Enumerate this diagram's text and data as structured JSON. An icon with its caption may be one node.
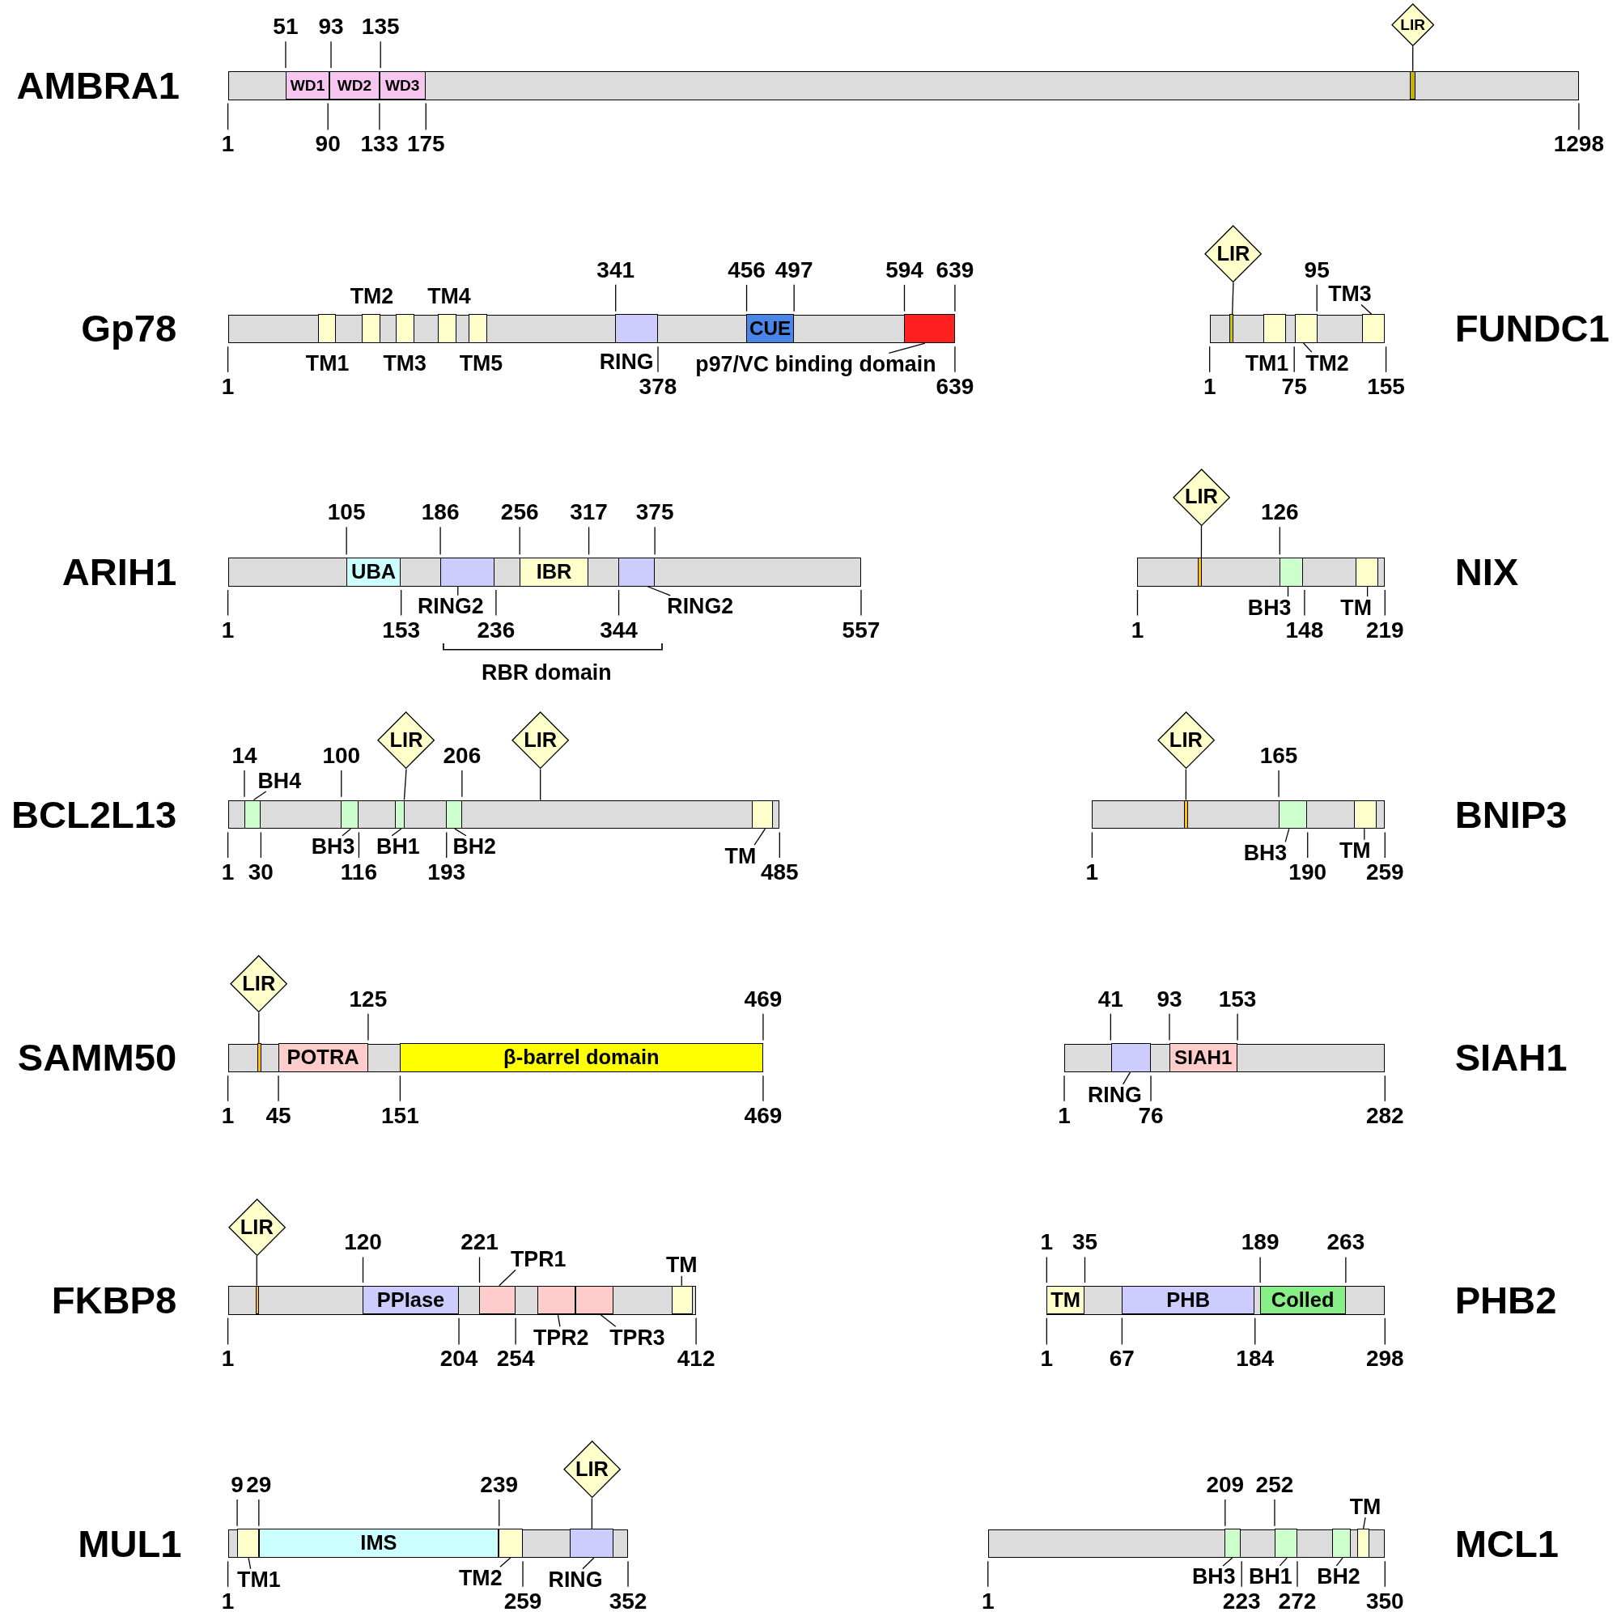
{
  "diagram": {
    "nodes": [
      {
        "text": [],
        "shape": "bar",
        "beside": [
          "AMBRA1"
        ]
      },
      {
        "text": [
          "WD1"
        ],
        "in": 0
      },
      {
        "text": [
          "WD2"
        ],
        "in": 0
      },
      {
        "text": [
          "WD3"
        ],
        "in": 0
      },
      {
        "text": [],
        "shape": "box",
        "in": 0
      },
      {
        "text": [
          "LIR"
        ]
      },
      {
        "text": [],
        "shape": "bar",
        "beside": [
          "Gp78"
        ]
      },
      {
        "text": [],
        "shape": "box",
        "beside": [
          "TM1"
        ],
        "in": 6
      },
      {
        "text": [],
        "shape": "box",
        "beside": [
          "TM2"
        ],
        "in": 6
      },
      {
        "text": [],
        "shape": "box",
        "beside": [
          "TM3"
        ],
        "in": 6
      },
      {
        "text": [],
        "shape": "box",
        "beside": [
          "TM4"
        ],
        "in": 6
      },
      {
        "text": [],
        "shape": "box",
        "beside": [
          "TM5"
        ],
        "in": 6
      },
      {
        "text": [],
        "shape": "box",
        "beside": [
          "RING"
        ],
        "in": 6
      },
      {
        "text": [
          "CUE"
        ],
        "in": 6
      },
      {
        "text": [],
        "shape": "box",
        "in": 6
      },
      {
        "text": [
          "p97/VC binding domain"
        ]
      },
      {
        "text": [],
        "shape": "bar",
        "beside": [
          "FUNDC1"
        ]
      },
      {
        "text": [],
        "shape": "box",
        "in": 16
      },
      {
        "text": [
          "LIR"
        ]
      },
      {
        "text": [],
        "shape": "box",
        "beside": [
          "TM1"
        ],
        "in": 16
      },
      {
        "text": [],
        "shape": "box",
        "in": 16
      },
      {
        "text": [],
        "shape": "box",
        "in": 16
      },
      {
        "text": [
          "TM2"
        ]
      },
      {
        "text": [
          "TM3"
        ]
      },
      {
        "text": [],
        "shape": "bar",
        "beside": [
          "ARIH1"
        ]
      },
      {
        "text": [
          "UBA"
        ],
        "in": 24
      },
      {
        "text": [],
        "shape": "box",
        "in": 24
      },
      {
        "text": [
          "IBR"
        ],
        "in": 24
      },
      {
        "text": [],
        "shape": "box",
        "in": 24
      },
      {
        "text": [
          "RING2"
        ]
      },
      {
        "text": [
          "RING2"
        ]
      },
      {
        "text": [],
        "shape": "bar",
        "beside": [
          "NIX"
        ]
      },
      {
        "text": [],
        "shape": "box",
        "in": 31
      },
      {
        "text": [],
        "shape": "box",
        "in": 31
      },
      {
        "text": [],
        "shape": "box",
        "in": 31
      },
      {
        "text": [
          "LIR"
        ]
      },
      {
        "text": [
          "BH3"
        ]
      },
      {
        "text": [
          "TM"
        ]
      },
      {
        "text": [],
        "shape": "bar",
        "beside": [
          "BCL2L13"
        ]
      },
      {
        "text": [],
        "shape": "box",
        "in": 38
      },
      {
        "text": [],
        "shape": "box",
        "in": 38
      },
      {
        "text": [],
        "shape": "box",
        "in": 38
      },
      {
        "text": [],
        "shape": "box",
        "in": 38
      },
      {
        "text": [],
        "shape": "box",
        "in": 38
      },
      {
        "text": [
          "LIR"
        ]
      },
      {
        "text": [
          "LIR"
        ]
      },
      {
        "text": [
          "BH4"
        ]
      },
      {
        "text": [
          "BH3"
        ]
      },
      {
        "text": [
          "BH1"
        ]
      },
      {
        "text": [
          "BH2"
        ]
      },
      {
        "text": [
          "TM"
        ]
      },
      {
        "text": [],
        "shape": "bar",
        "beside": [
          "BNIP3"
        ]
      },
      {
        "text": [],
        "shape": "box",
        "in": 51
      },
      {
        "text": [],
        "shape": "box",
        "in": 51
      },
      {
        "text": [],
        "shape": "box",
        "in": 51
      },
      {
        "text": [
          "LIR"
        ]
      },
      {
        "text": [
          "BH3"
        ]
      },
      {
        "text": [
          "TM"
        ]
      },
      {
        "text": [],
        "shape": "bar",
        "beside": [
          "SAMM50"
        ]
      },
      {
        "text": [],
        "shape": "box",
        "in": 58
      },
      {
        "text": [
          "POTRA"
        ],
        "in": 58
      },
      {
        "text": [
          "β-barrel domain"
        ],
        "in": 58
      },
      {
        "text": [
          "LIR"
        ]
      },
      {
        "text": [],
        "shape": "bar",
        "beside": [
          "SIAH1"
        ]
      },
      {
        "text": [],
        "shape": "box",
        "in": 63
      },
      {
        "text": [
          "SIAH1"
        ],
        "in": 63
      },
      {
        "text": [
          "RING"
        ]
      },
      {
        "text": [],
        "shape": "bar",
        "beside": [
          "FKBP8"
        ]
      },
      {
        "text": [],
        "shape": "box",
        "in": 67
      },
      {
        "text": [
          "PPIase"
        ],
        "in": 67
      },
      {
        "text": [],
        "shape": "box",
        "in": 67
      },
      {
        "text": [],
        "shape": "box",
        "in": 67
      },
      {
        "text": [],
        "shape": "box",
        "in": 67
      },
      {
        "text": [],
        "shape": "box",
        "in": 67
      },
      {
        "text": [
          "LIR"
        ]
      },
      {
        "text": [
          "TPR1"
        ]
      },
      {
        "text": [
          "TM"
        ]
      },
      {
        "text": [
          "TPR2"
        ]
      },
      {
        "text": [
          "TPR3"
        ]
      },
      {
        "text": [],
        "shape": "bar",
        "beside": [
          "PHB2"
        ]
      },
      {
        "text": [
          "TM"
        ],
        "in": 79
      },
      {
        "text": [
          "PHB"
        ],
        "in": 79
      },
      {
        "text": [
          "Colled"
        ],
        "in": 79
      },
      {
        "text": [],
        "shape": "bar",
        "beside": [
          "MUL1"
        ]
      },
      {
        "text": [],
        "shape": "box",
        "in": 83
      },
      {
        "text": [
          "IMS"
        ],
        "in": 83
      },
      {
        "text": [],
        "shape": "box",
        "in": 83
      },
      {
        "text": [],
        "shape": "box",
        "in": 83
      },
      {
        "text": [
          "LIR"
        ]
      },
      {
        "text": [
          "TM1"
        ]
      },
      {
        "text": [
          "TM2"
        ]
      },
      {
        "text": [
          "RING"
        ]
      },
      {
        "text": [],
        "shape": "bar",
        "beside": [
          "MCL1"
        ]
      },
      {
        "text": [],
        "shape": "box",
        "in": 92
      },
      {
        "text": [],
        "shape": "box",
        "in": 92
      },
      {
        "text": [],
        "shape": "box",
        "in": 92
      },
      {
        "text": [],
        "shape": "box",
        "in": 92
      },
      {
        "text": [
          "TM"
        ]
      },
      {
        "text": [
          "BH3"
        ]
      },
      {
        "text": [
          "BH1"
        ]
      },
      {
        "text": [
          "BH2"
        ]
      }
    ],
    "edges": [
      {
        "from": 5,
        "to": 4,
        "arrow": "none"
      },
      {
        "from": 15,
        "to": 14,
        "arrow": "none"
      },
      {
        "from": 18,
        "to": 17,
        "arrow": "none"
      },
      {
        "from": 22,
        "to": 20,
        "arrow": "none"
      },
      {
        "from": 23,
        "to": 21,
        "arrow": "none"
      },
      {
        "from": 29,
        "to": 26,
        "arrow": "none"
      },
      {
        "from": 30,
        "to": 28,
        "arrow": "none"
      },
      {
        "from": 35,
        "to": 32,
        "arrow": "none"
      },
      {
        "from": 36,
        "to": 33,
        "arrow": "none"
      },
      {
        "from": 37,
        "to": 34,
        "arrow": "none"
      },
      {
        "from": 44,
        "to": 41,
        "arrow": "none"
      },
      {
        "from": 45,
        "to": 38,
        "arrow": "none"
      },
      {
        "from": 46,
        "to": 39,
        "arrow": "none"
      },
      {
        "from": 47,
        "to": 40,
        "arrow": "none"
      },
      {
        "from": 48,
        "to": 41,
        "arrow": "none"
      },
      {
        "from": 49,
        "to": 42,
        "arrow": "none"
      },
      {
        "from": 50,
        "to": 43,
        "arrow": "none"
      },
      {
        "from": 55,
        "to": 52,
        "arrow": "none"
      },
      {
        "from": 56,
        "to": 53,
        "arrow": "none"
      },
      {
        "from": 57,
        "to": 54,
        "arrow": "none"
      },
      {
        "from": 62,
        "to": 59,
        "arrow": "none"
      },
      {
        "from": 66,
        "to": 64,
        "arrow": "none"
      },
      {
        "from": 74,
        "to": 68,
        "arrow": "none"
      },
      {
        "from": 75,
        "to": 70,
        "arrow": "none"
      },
      {
        "from": 76,
        "to": 73,
        "arrow": "none"
      },
      {
        "from": 77,
        "to": 71,
        "arrow": "none"
      },
      {
        "from": 78,
        "to": 72,
        "arrow": "none"
      },
      {
        "from": 88,
        "to": 87,
        "arrow": "none"
      },
      {
        "from": 89,
        "to": 84,
        "arrow": "none"
      },
      {
        "from": 90,
        "to": 86,
        "arrow": "none"
      },
      {
        "from": 91,
        "to": 87,
        "arrow": "none"
      },
      {
        "from": 97,
        "to": 96,
        "arrow": "none"
      },
      {
        "from": 98,
        "to": 93,
        "arrow": "none"
      },
      {
        "from": 99,
        "to": 94,
        "arrow": "none"
      },
      {
        "from": 100,
        "to": 95,
        "arrow": "none"
      }
    ],
    "labels": [
      "51",
      "93",
      "135",
      "1",
      "90",
      "133",
      "175",
      "1298",
      "341",
      "456",
      "497",
      "594",
      "639",
      "95",
      "1",
      "378",
      "639",
      "1",
      "75",
      "155",
      "105",
      "186",
      "256",
      "317",
      "375",
      "126",
      "1",
      "153",
      "236",
      "344",
      "557",
      "1",
      "148",
      "219",
      "RBR domain",
      "14",
      "100",
      "206",
      "165",
      "1",
      "30",
      "116",
      "193",
      "485",
      "1",
      "190",
      "259",
      "125",
      "469",
      "41",
      "93",
      "153",
      "1",
      "45",
      "151",
      "469",
      "1",
      "76",
      "282",
      "120",
      "221",
      "1",
      "35",
      "189",
      "263",
      "1",
      "204",
      "254",
      "412",
      "1",
      "67",
      "184",
      "298",
      "9",
      "29",
      "239",
      "209",
      "252",
      "1",
      "259",
      "352",
      "1",
      "223",
      "272",
      "350"
    ]
  }
}
